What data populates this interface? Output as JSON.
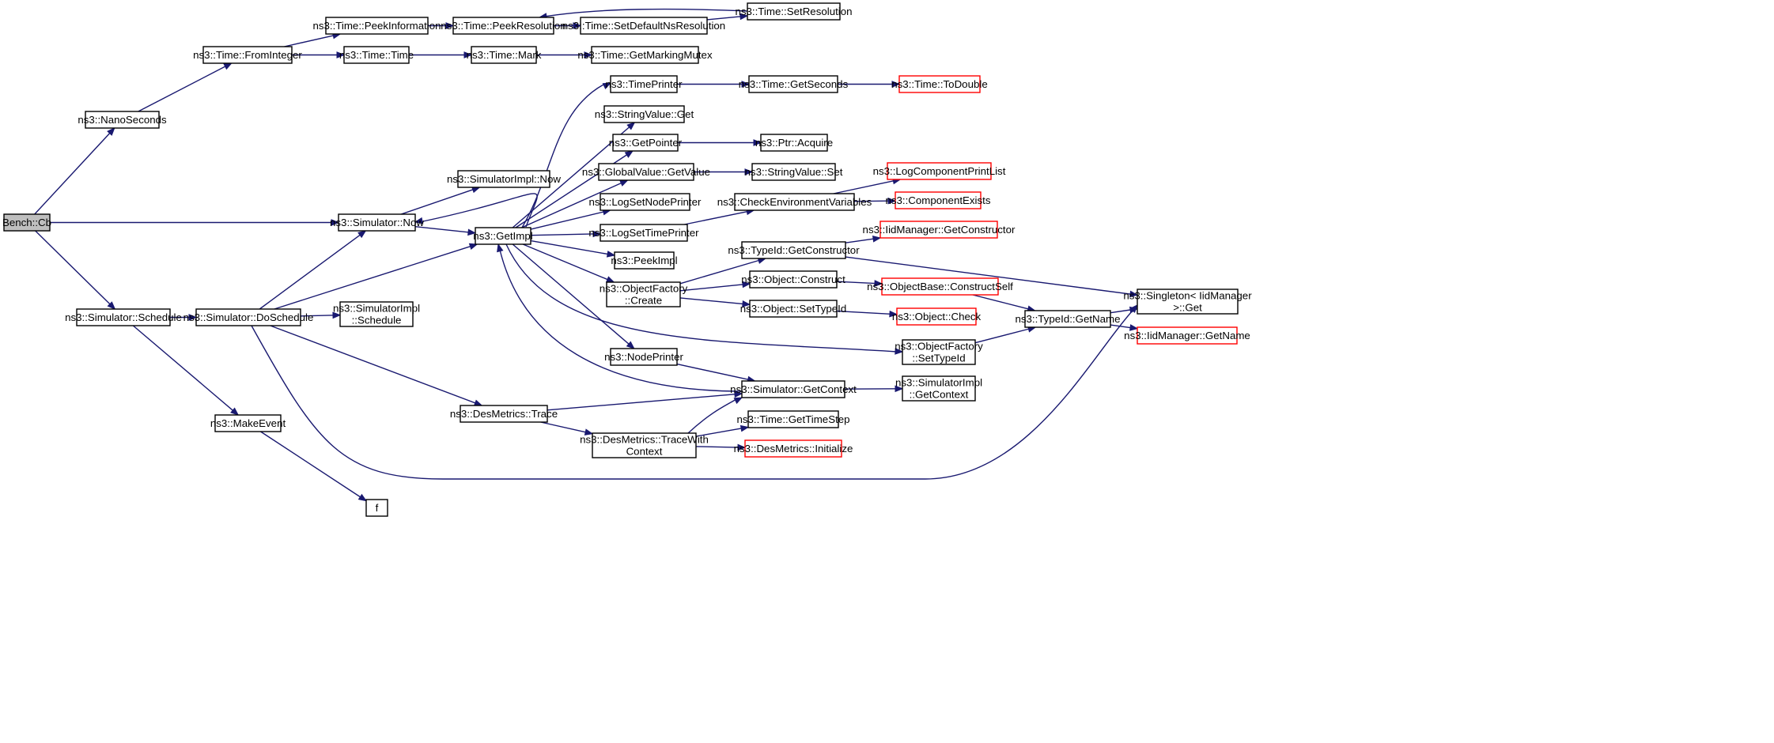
{
  "colors": {
    "edge": "#191970",
    "border": "#000000",
    "truncated_border": "#ff0000",
    "root_fill": "#bfbfbf",
    "background": "#ffffff"
  },
  "nodes": [
    {
      "id": "bench_cb",
      "lines": [
        "Bench::Cb"
      ],
      "style": "root"
    },
    {
      "id": "nanoseconds",
      "lines": [
        "ns3::NanoSeconds"
      ]
    },
    {
      "id": "time_frominteger",
      "lines": [
        "ns3::Time::FromInteger"
      ]
    },
    {
      "id": "time_peekinformation",
      "lines": [
        "ns3::Time::PeekInformation"
      ]
    },
    {
      "id": "time_peekresolution",
      "lines": [
        "ns3::Time::PeekResolution"
      ]
    },
    {
      "id": "time_setdefaultnsresolution",
      "lines": [
        "ns3::Time::SetDefaultNsResolution"
      ]
    },
    {
      "id": "time_setresolution",
      "lines": [
        "ns3::Time::SetResolution"
      ]
    },
    {
      "id": "time_time",
      "lines": [
        "ns3::Time::Time"
      ]
    },
    {
      "id": "time_mark",
      "lines": [
        "ns3::Time::Mark"
      ]
    },
    {
      "id": "time_getmarkingmutex",
      "lines": [
        "ns3::Time::GetMarkingMutex"
      ]
    },
    {
      "id": "timeprinter",
      "lines": [
        "ns3::TimePrinter"
      ]
    },
    {
      "id": "time_getseconds",
      "lines": [
        "ns3::Time::GetSeconds"
      ]
    },
    {
      "id": "time_todouble",
      "lines": [
        "ns3::Time::ToDouble"
      ],
      "style": "truncated"
    },
    {
      "id": "stringvalue_get",
      "lines": [
        "ns3::StringValue::Get"
      ]
    },
    {
      "id": "getpointer",
      "lines": [
        "ns3::GetPointer"
      ]
    },
    {
      "id": "ptr_acquire",
      "lines": [
        "ns3::Ptr::Acquire"
      ]
    },
    {
      "id": "simulatorimpl_now",
      "lines": [
        "ns3::SimulatorImpl::Now"
      ]
    },
    {
      "id": "globalvalue_getvalue",
      "lines": [
        "ns3::GlobalValue::GetValue"
      ]
    },
    {
      "id": "stringvalue_set",
      "lines": [
        "ns3::StringValue::Set"
      ]
    },
    {
      "id": "logcomponentprintlist",
      "lines": [
        "ns3::LogComponentPrintList"
      ],
      "style": "truncated"
    },
    {
      "id": "simulator_now",
      "lines": [
        "ns3::Simulator::Now"
      ]
    },
    {
      "id": "lognodeprinter",
      "lines": [
        "ns3::LogSetNodePrinter"
      ]
    },
    {
      "id": "checkenvironmentvariables",
      "lines": [
        "ns3::CheckEnvironmentVariables"
      ]
    },
    {
      "id": "componentexists",
      "lines": [
        "ns3::ComponentExists"
      ],
      "style": "truncated"
    },
    {
      "id": "getimpl",
      "lines": [
        "ns3::GetImpl"
      ]
    },
    {
      "id": "logsettimeprinter",
      "lines": [
        "ns3::LogSetTimePrinter"
      ]
    },
    {
      "id": "iidmanager_getconstructor",
      "lines": [
        "ns3::IidManager::GetConstructor"
      ],
      "style": "truncated"
    },
    {
      "id": "typeid_getconstructor",
      "lines": [
        "ns3::TypeId::GetConstructor"
      ]
    },
    {
      "id": "peekimpl",
      "lines": [
        "ns3::PeekImpl"
      ]
    },
    {
      "id": "object_construct",
      "lines": [
        "ns3::Object::Construct"
      ]
    },
    {
      "id": "objectbase_constructself",
      "lines": [
        "ns3::ObjectBase::ConstructSelf"
      ],
      "style": "truncated"
    },
    {
      "id": "objectfactory_create",
      "lines": [
        "ns3::ObjectFactory",
        "::Create"
      ]
    },
    {
      "id": "singleton_get",
      "lines": [
        "ns3::Singleton< IidManager",
        ">::Get"
      ]
    },
    {
      "id": "simulator_schedule",
      "lines": [
        "ns3::Simulator::Schedule"
      ]
    },
    {
      "id": "simulator_doschedule",
      "lines": [
        "ns3::Simulator::DoSchedule"
      ]
    },
    {
      "id": "simulatorimpl_schedule",
      "lines": [
        "ns3::SimulatorImpl",
        "::Schedule"
      ]
    },
    {
      "id": "object_settypeid",
      "lines": [
        "ns3::Object::SetTypeId"
      ]
    },
    {
      "id": "object_check",
      "lines": [
        "ns3::Object::Check"
      ],
      "style": "truncated"
    },
    {
      "id": "typeid_getname",
      "lines": [
        "ns3::TypeId::GetName"
      ]
    },
    {
      "id": "iidmanager_getname",
      "lines": [
        "ns3::IidManager::GetName"
      ],
      "style": "truncated"
    },
    {
      "id": "objectfactory_settypeid",
      "lines": [
        "ns3::ObjectFactory",
        "::SetTypeId"
      ]
    },
    {
      "id": "nodeprinter",
      "lines": [
        "ns3::NodePrinter"
      ]
    },
    {
      "id": "simulator_getcontext",
      "lines": [
        "ns3::Simulator::GetContext"
      ]
    },
    {
      "id": "simulatorimpl_getcontext",
      "lines": [
        "ns3::SimulatorImpl",
        "::GetContext"
      ]
    },
    {
      "id": "desmetrics_trace",
      "lines": [
        "ns3::DesMetrics::Trace"
      ]
    },
    {
      "id": "time_gettimestep",
      "lines": [
        "ns3::Time::GetTimeStep"
      ]
    },
    {
      "id": "makeevent",
      "lines": [
        "ns3::MakeEvent"
      ]
    },
    {
      "id": "desmetrics_tracewithcontext",
      "lines": [
        "ns3::DesMetrics::TraceWith",
        "Context"
      ]
    },
    {
      "id": "desmetrics_initialize",
      "lines": [
        "ns3::DesMetrics::Initialize"
      ],
      "style": "truncated"
    },
    {
      "id": "f",
      "lines": [
        "f"
      ]
    }
  ],
  "edges": [
    [
      "bench_cb",
      "nanoseconds"
    ],
    [
      "bench_cb",
      "simulator_now"
    ],
    [
      "bench_cb",
      "simulator_schedule"
    ],
    [
      "nanoseconds",
      "time_frominteger"
    ],
    [
      "time_frominteger",
      "time_peekinformation"
    ],
    [
      "time_frominteger",
      "time_time"
    ],
    [
      "time_peekinformation",
      "time_peekresolution"
    ],
    [
      "time_peekresolution",
      "time_setdefaultnsresolution"
    ],
    [
      "time_setdefaultnsresolution",
      "time_setresolution"
    ],
    [
      "time_setresolution",
      "time_peekresolution"
    ],
    [
      "time_time",
      "time_mark"
    ],
    [
      "time_mark",
      "time_getmarkingmutex"
    ],
    [
      "timeprinter",
      "time_getseconds"
    ],
    [
      "time_getseconds",
      "time_todouble"
    ],
    [
      "getpointer",
      "ptr_acquire"
    ],
    [
      "globalvalue_getvalue",
      "stringvalue_set"
    ],
    [
      "simulator_now",
      "simulatorimpl_now"
    ],
    [
      "simulator_now",
      "getimpl"
    ],
    [
      "getimpl",
      "timeprinter"
    ],
    [
      "getimpl",
      "stringvalue_get"
    ],
    [
      "getimpl",
      "getpointer"
    ],
    [
      "getimpl",
      "globalvalue_getvalue"
    ],
    [
      "getimpl",
      "lognodeprinter"
    ],
    [
      "getimpl",
      "logsettimeprinter"
    ],
    [
      "getimpl",
      "peekimpl"
    ],
    [
      "getimpl",
      "objectfactory_create"
    ],
    [
      "getimpl",
      "objectfactory_settypeid"
    ],
    [
      "getimpl",
      "nodeprinter"
    ],
    [
      "getimpl",
      "simulator_now"
    ],
    [
      "logsettimeprinter",
      "checkenvironmentvariables"
    ],
    [
      "checkenvironmentvariables",
      "logcomponentprintlist"
    ],
    [
      "checkenvironmentvariables",
      "componentexists"
    ],
    [
      "objectfactory_create",
      "typeid_getconstructor"
    ],
    [
      "objectfactory_create",
      "object_construct"
    ],
    [
      "objectfactory_create",
      "object_settypeid"
    ],
    [
      "typeid_getconstructor",
      "iidmanager_getconstructor"
    ],
    [
      "typeid_getconstructor",
      "singleton_get"
    ],
    [
      "object_construct",
      "objectbase_constructself"
    ],
    [
      "objectbase_constructself",
      "typeid_getname"
    ],
    [
      "object_settypeid",
      "object_check"
    ],
    [
      "objectfactory_settypeid",
      "typeid_getname"
    ],
    [
      "typeid_getname",
      "singleton_get"
    ],
    [
      "typeid_getname",
      "iidmanager_getname"
    ],
    [
      "nodeprinter",
      "simulator_getcontext"
    ],
    [
      "simulator_getcontext",
      "getimpl"
    ],
    [
      "simulator_getcontext",
      "simulatorimpl_getcontext"
    ],
    [
      "simulator_schedule",
      "simulator_doschedule"
    ],
    [
      "simulator_schedule",
      "makeevent"
    ],
    [
      "simulator_doschedule",
      "simulator_now"
    ],
    [
      "simulator_doschedule",
      "getimpl"
    ],
    [
      "simulator_doschedule",
      "simulatorimpl_schedule"
    ],
    [
      "simulator_doschedule",
      "desmetrics_trace"
    ],
    [
      "simulator_doschedule",
      "singleton_get"
    ],
    [
      "desmetrics_trace",
      "simulator_getcontext"
    ],
    [
      "desmetrics_trace",
      "desmetrics_tracewithcontext"
    ],
    [
      "desmetrics_tracewithcontext",
      "simulator_getcontext"
    ],
    [
      "desmetrics_tracewithcontext",
      "time_gettimestep"
    ],
    [
      "desmetrics_tracewithcontext",
      "desmetrics_initialize"
    ],
    [
      "makeevent",
      "f"
    ]
  ]
}
